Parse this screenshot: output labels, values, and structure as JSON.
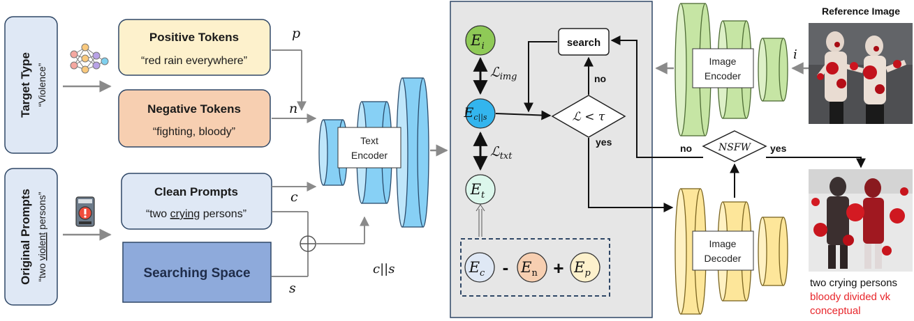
{
  "left": {
    "target_title": "Target Type",
    "target_quote": "“Violence”",
    "orig_title": "Original Prompts",
    "orig_quote_pre": "“two ",
    "orig_quote_under": "violent",
    "orig_quote_post": " persons”"
  },
  "boxes": {
    "pos_title": "Positive Tokens",
    "pos_text": "“red rain everywhere”",
    "neg_title": "Negative Tokens",
    "neg_text": "“fighting, bloody”",
    "clean_title": "Clean Prompts",
    "clean_pre": "“two ",
    "clean_under": "crying",
    "clean_post": " persons”",
    "search_space": "Searching Space"
  },
  "symbols": {
    "p": "p",
    "n": "n",
    "c": "c",
    "s": "s",
    "cs": "c||s",
    "i": "i",
    "Ei": "E",
    "Ei_sub": "i",
    "Ecs": "E",
    "Ecs_sub": "c||s",
    "Et": "E",
    "Et_sub": "t",
    "Ec": "E",
    "Ec_sub": "c",
    "En": "E",
    "En_sub": "n",
    "Ep": "E",
    "Ep_sub": "p",
    "L_img": "ℒ",
    "L_img_sub": "img",
    "L_txt": "ℒ",
    "L_txt_sub": "txt",
    "cond": "ℒ < τ",
    "minus": "-",
    "plus": "+"
  },
  "labels": {
    "text_encoder_1": "Text",
    "text_encoder_2": "Encoder",
    "image_encoder_1": "Image",
    "image_encoder_2": "Encoder",
    "image_decoder_1": "Image",
    "image_decoder_2": "Decoder",
    "search": "search",
    "no_search": "no",
    "yes_cond": "yes",
    "nsfw": "NSFW",
    "nsfw_no": "no",
    "nsfw_yes": "yes",
    "reference_image": "Reference Image"
  },
  "output": {
    "line1": "two crying persons",
    "line2": "bloody divided vk",
    "line3": "conceptual"
  },
  "colors": {
    "left_box": "#dfe8f5",
    "pos_box": "#fdf1cc",
    "neg_box": "#f7cfb1",
    "clean_box": "#dfe8f5",
    "search_box": "#8eaadb",
    "encoder_blue": "#87d0f5",
    "encoder_green": "#c6e5a4",
    "decoder_yellow": "#fde69a",
    "panel": "#e6e6e6",
    "output_red": "#e8262b"
  }
}
